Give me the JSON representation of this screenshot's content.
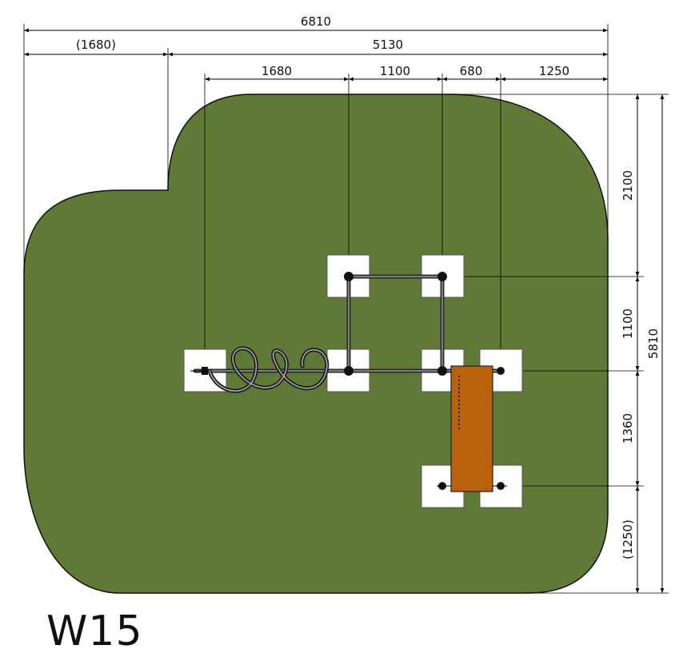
{
  "drawing": {
    "code": "W15",
    "colors": {
      "surface": "#5f7a36",
      "beam": "#b8610e",
      "pad": "#ffffff"
    }
  },
  "dimensions": {
    "top_overall": "6810",
    "top_offset": "(1680)",
    "top_span": "5130",
    "top_segments": [
      "1680",
      "1100",
      "680",
      "1250"
    ],
    "right_overall": "5810",
    "right_segments": [
      "2100",
      "1100",
      "1360",
      "(1250)"
    ]
  }
}
